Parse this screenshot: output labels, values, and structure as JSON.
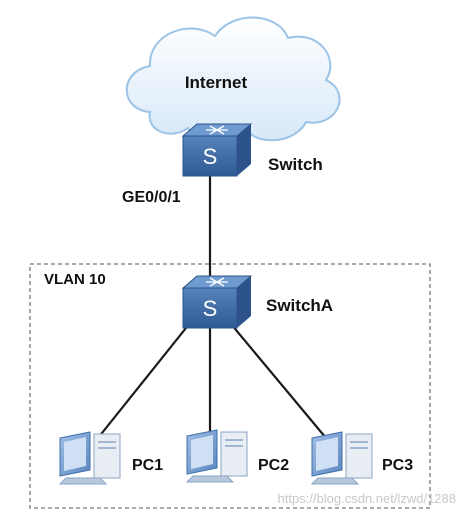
{
  "cloud": {
    "label": "Internet"
  },
  "core_switch": {
    "label": "Switch",
    "icon_letter": "S"
  },
  "uplink": {
    "port_label": "GE0/0/1"
  },
  "vlan": {
    "label": "VLAN 10"
  },
  "access_switch": {
    "label": "SwitchA",
    "icon_letter": "S"
  },
  "pcs": [
    {
      "label": "PC1"
    },
    {
      "label": "PC2"
    },
    {
      "label": "PC3"
    }
  ],
  "watermark": "https://blog.csdn.net/lzwd/1288",
  "colors": {
    "cloud_fill": "#e8f2fb",
    "cloud_stroke": "#9cc3e6",
    "switch_front": "#3f6fa8",
    "switch_top": "#6f9bd0",
    "switch_side": "#2d548a",
    "link": "#1a1a1a",
    "vlan_border": "#777777"
  }
}
